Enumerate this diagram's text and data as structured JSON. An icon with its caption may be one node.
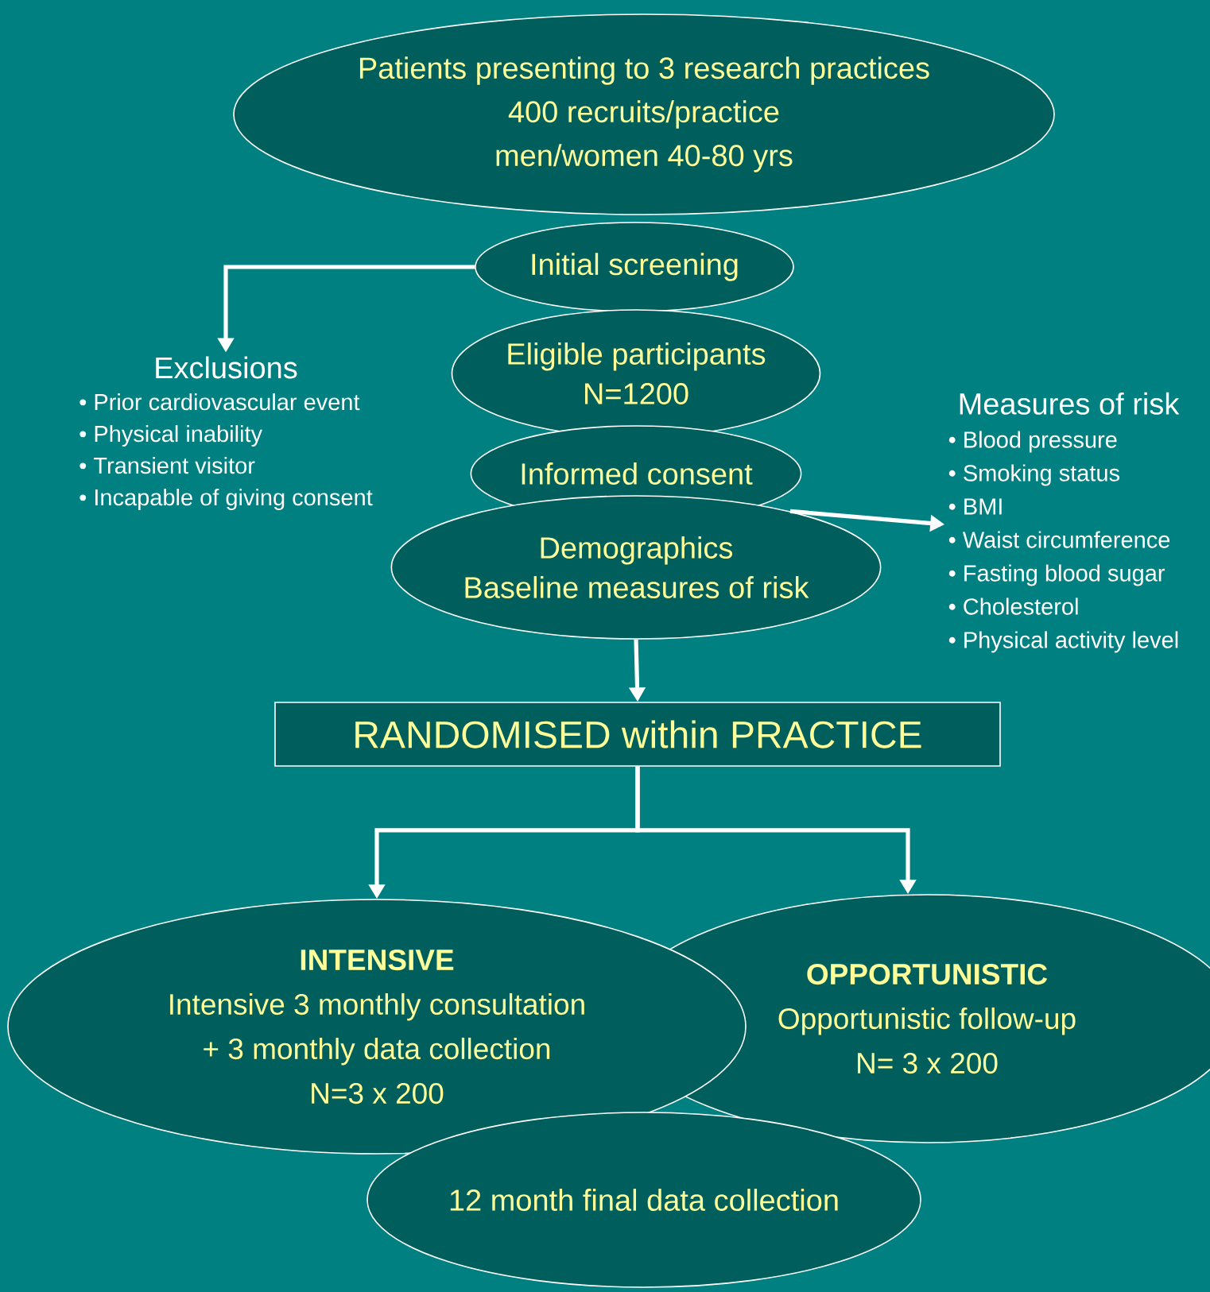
{
  "diagram": {
    "nodes": [
      {
        "text": [
          "Patients presenting to 3 research practices",
          "400 recruits/practice",
          "men/women 40-80 yrs"
        ]
      },
      {
        "text": [
          "Initial screening"
        ]
      },
      {
        "text": [
          "Eligible participants",
          "N=1200"
        ]
      },
      {
        "text": [
          "Informed consent"
        ]
      },
      {
        "text": [
          "Demographics",
          "Baseline measures of risk"
        ]
      },
      {
        "text": [
          "Exclusions",
          "• Prior cardiovascular event",
          "• Physical inability",
          "• Transient visitor",
          "• Incapable of giving consent"
        ]
      },
      {
        "text": [
          "Measures of risk",
          "• Blood pressure",
          "• Smoking status",
          "• BMI",
          "• Waist circumference",
          "• Fasting blood sugar",
          "• Cholesterol",
          "• Physical activity level"
        ]
      },
      {
        "text": [
          "RANDOMISED within PRACTICE"
        ]
      },
      {
        "text": [
          "INTENSIVE",
          "Intensive 3 monthly consultation",
          "+ 3 monthly data collection",
          "N=3 x 200"
        ]
      },
      {
        "text": [
          "OPPORTUNISTIC",
          "Opportunistic follow-up",
          "N= 3 x 200"
        ]
      },
      {
        "text": [
          "12 month final data collection"
        ]
      }
    ],
    "edges": [
      {
        "from": 1,
        "to": 5,
        "arrow": "to"
      },
      {
        "from": 4,
        "to": 6,
        "arrow": "to"
      },
      {
        "from": 4,
        "to": 7,
        "arrow": "to"
      },
      {
        "from": 7,
        "to": 8,
        "arrow": "to"
      },
      {
        "from": 7,
        "to": 9,
        "arrow": "to"
      }
    ]
  }
}
